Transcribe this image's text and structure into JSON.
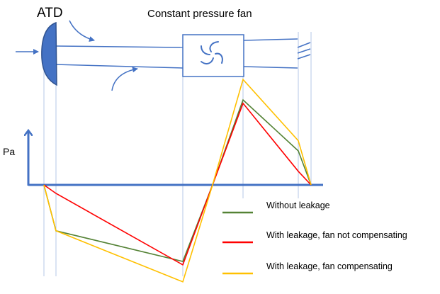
{
  "labels": {
    "atd": "ATD",
    "fan": "Constant pressure fan",
    "y_axis": "Pa"
  },
  "colors": {
    "duct": "#4472c4",
    "atd_fill": "#4472c4",
    "atd_stroke": "#2f528f",
    "guide": "#b4c7e7",
    "axis": "#4472c4"
  },
  "chart_data": {
    "type": "line",
    "ylabel": "Pa",
    "series": [
      {
        "name": "Without leakage",
        "color": "#548235",
        "points": [
          [
            0,
            0
          ],
          [
            1,
            -27
          ],
          [
            3,
            -45
          ],
          [
            4,
            0
          ],
          [
            5,
            50
          ],
          [
            6,
            20
          ],
          [
            7,
            0
          ]
        ]
      },
      {
        "name": "With leakage, fan not compensating",
        "color": "#ff0000",
        "points": [
          [
            0,
            0
          ],
          [
            1,
            -5
          ],
          [
            3,
            -47
          ],
          [
            4,
            0
          ],
          [
            5,
            48
          ],
          [
            6,
            8
          ],
          [
            7,
            0
          ]
        ]
      },
      {
        "name": "With leakage, fan compensating",
        "color": "#ffc000",
        "points": [
          [
            0,
            0
          ],
          [
            1,
            -27
          ],
          [
            3,
            -57
          ],
          [
            4,
            0
          ],
          [
            5,
            62
          ],
          [
            6,
            26
          ],
          [
            7,
            0
          ]
        ]
      }
    ]
  }
}
